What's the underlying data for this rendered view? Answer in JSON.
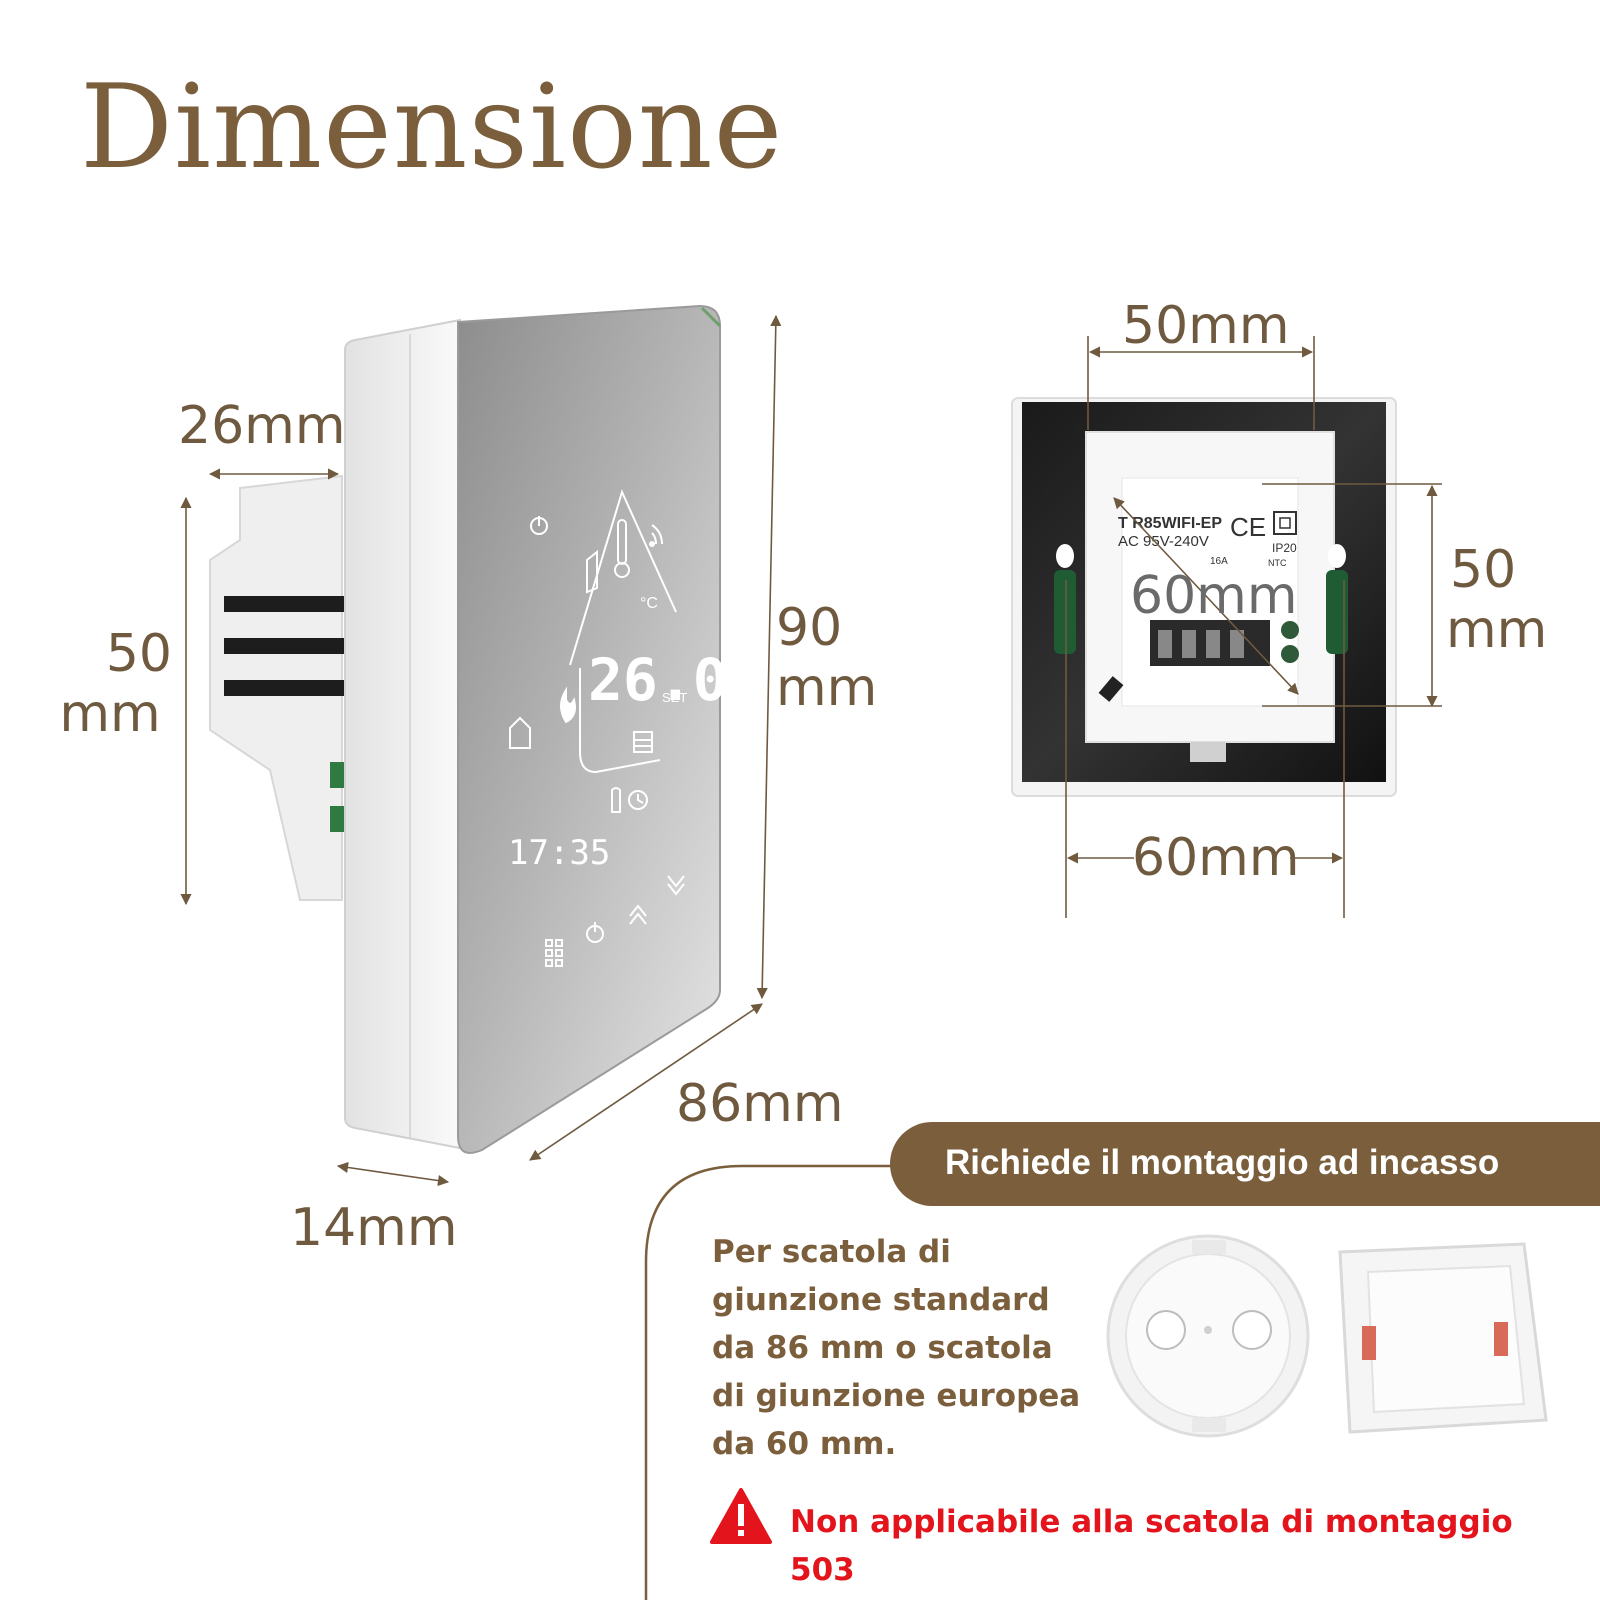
{
  "title": "Dimensione",
  "dimensions": {
    "depth_label": "26mm",
    "module_height_value": "50",
    "module_height_unit": "mm",
    "height_value": "90",
    "height_unit": "mm",
    "width_label": "86mm",
    "thickness_label": "14mm",
    "back_top_label": "50mm",
    "back_diag_label": "60mm",
    "back_right_value": "50",
    "back_right_unit": "mm",
    "back_bottom_label": "60mm"
  },
  "display": {
    "temperature": "26.0",
    "set_label": "SET",
    "time": "17:35",
    "unit": "°C"
  },
  "module_label": {
    "model": "T R85WIFI-EP",
    "voltage": "AC 95V-240V",
    "ip": "IP20",
    "current": "16A",
    "ntc": "NTC"
  },
  "mounting": {
    "banner": "Richiede il montaggio ad incasso",
    "description_lines": [
      "Per scatola di",
      "giunzione standard",
      "da 86 mm o scatola",
      "di giunzione europea",
      "da 60 mm."
    ],
    "warning": "Non applicabile alla scatola di montaggio 503"
  },
  "colors": {
    "accent": "#7b5f3c",
    "warning": "#e3141b",
    "panel_glass": "#b9b9b9",
    "frame": "#f2f2f2"
  },
  "icons": [
    "power-icon",
    "wifi-icon",
    "thermometer-icon",
    "flame-icon",
    "clock-icon",
    "hand-icon",
    "home-icon",
    "menu-icon",
    "up-arrow-icon",
    "down-arrow-icon",
    "warning-icon",
    "ce-mark-icon"
  ]
}
